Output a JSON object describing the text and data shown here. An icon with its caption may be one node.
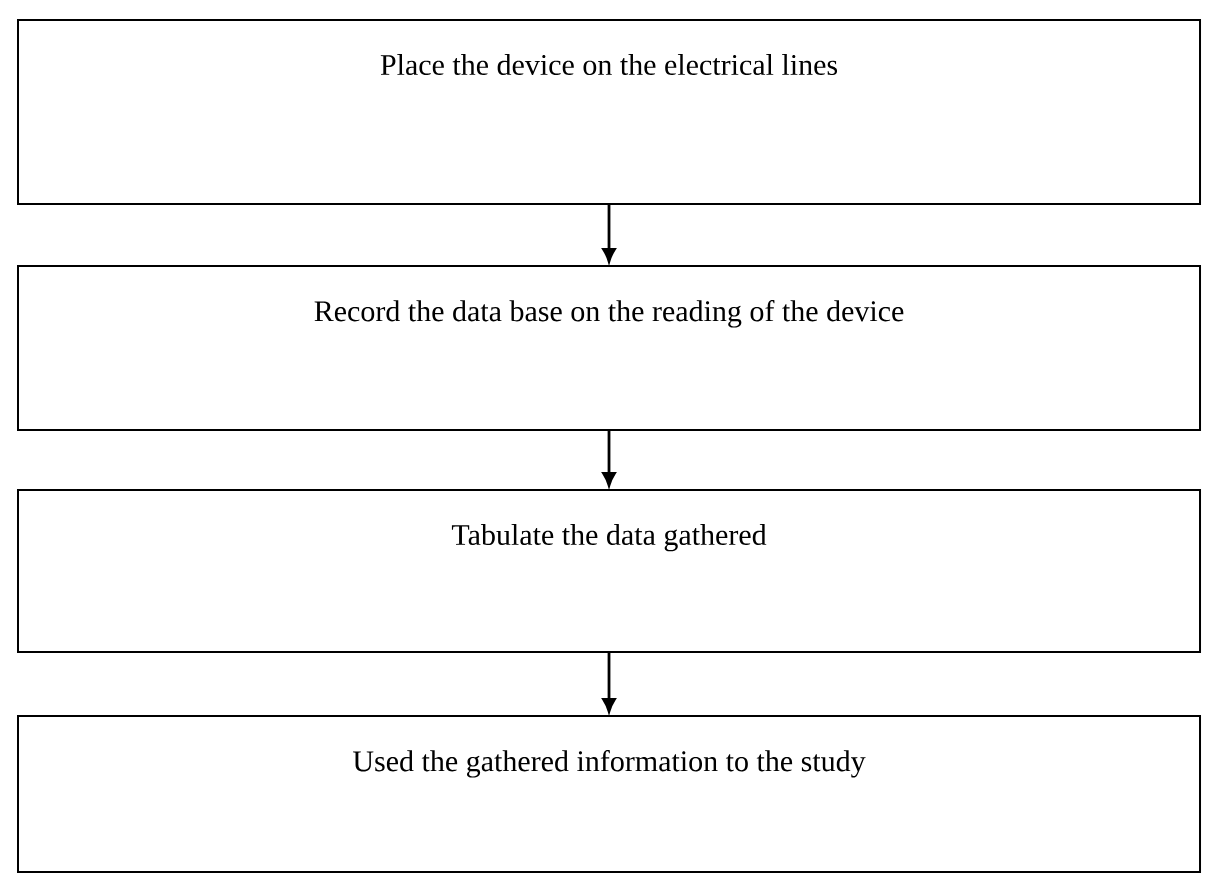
{
  "diagram": {
    "nodes": [
      {
        "text": [
          "Place the device on the electrical lines"
        ]
      },
      {
        "text": [
          "Record the data base on the reading of the device"
        ]
      },
      {
        "text": [
          "Tabulate the data gathered"
        ]
      },
      {
        "text": [
          "Used the gathered information to the study"
        ]
      }
    ],
    "edges": [
      {
        "from": 0,
        "to": 1,
        "arrow": "to"
      },
      {
        "from": 1,
        "to": 2,
        "arrow": "to"
      },
      {
        "from": 2,
        "to": 3,
        "arrow": "to"
      }
    ]
  }
}
